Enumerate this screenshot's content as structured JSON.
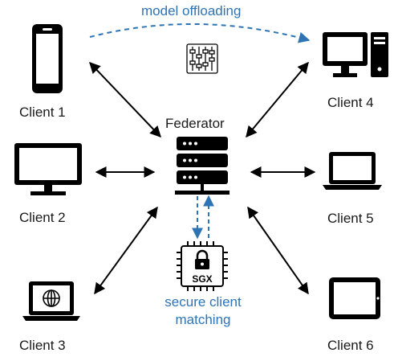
{
  "annotations": {
    "offloading": "model offloading",
    "matching_line1": "secure client",
    "matching_line2": "matching"
  },
  "federator": {
    "label": "Federator",
    "enclave_label": "SGX"
  },
  "clients": [
    {
      "label": "Client 1",
      "device": "smartphone-icon"
    },
    {
      "label": "Client 2",
      "device": "monitor-icon"
    },
    {
      "label": "Client 3",
      "device": "laptop-globe-icon"
    },
    {
      "label": "Client 4",
      "device": "desktop-pc-icon"
    },
    {
      "label": "Client 5",
      "device": "laptop-icon"
    },
    {
      "label": "Client 6",
      "device": "tablet-icon"
    }
  ],
  "colors": {
    "accent": "#2e74b5",
    "stroke": "#000000"
  }
}
